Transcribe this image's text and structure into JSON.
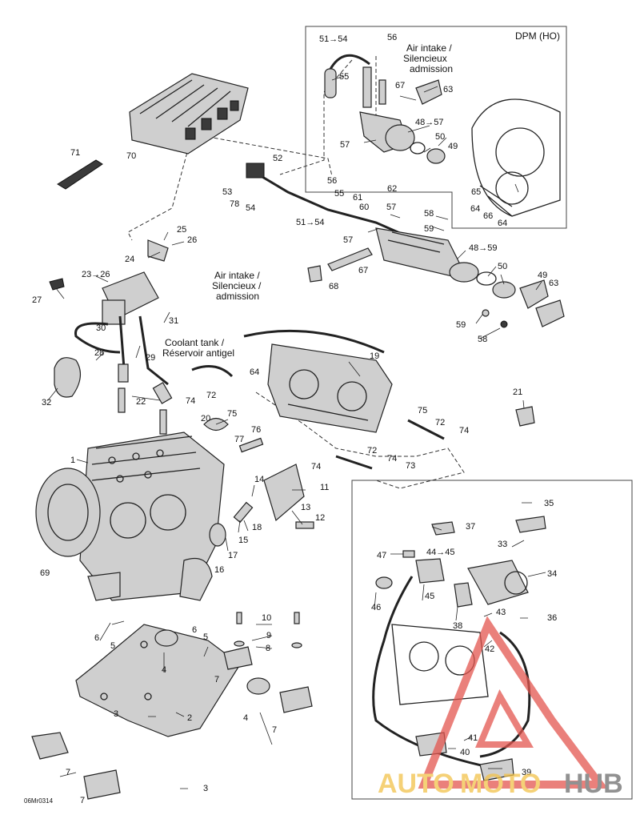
{
  "inset_title": "DPM (HO)",
  "notes": {
    "air_intake_top": [
      "Air intake /",
      "Silencieux",
      "admission"
    ],
    "air_intake_mid": [
      "Air intake /",
      "Silencieux /",
      "admission"
    ],
    "coolant": [
      "Coolant tank /",
      "Réservoir antigel"
    ]
  },
  "doc_code": "06Mr0314",
  "watermark": {
    "part1": "AUTO",
    "part2": "MOTO",
    "part3": "HUB",
    "color_red": "#e3564f",
    "color_yellow": "#f2c24a",
    "color_gray": "#6d6d6d"
  },
  "callouts": {
    "c1": "1",
    "c2": "2",
    "c3a": "3",
    "c3b": "3",
    "c4a": "4",
    "c4b": "4",
    "c5a": "5",
    "c5b": "5",
    "c6a": "6",
    "c6b": "6",
    "c7a": "7",
    "c7b": "7",
    "c7c": "7",
    "c7d": "7",
    "c8": "8",
    "c9": "9",
    "c10": "10",
    "c11": "11",
    "c12": "12",
    "c13": "13",
    "c14": "14",
    "c15": "15",
    "c16": "16",
    "c17": "17",
    "c18": "18",
    "c19": "19",
    "c20": "20",
    "c21": "21",
    "c22": "22",
    "c23": "23→26",
    "c24": "24",
    "c25": "25",
    "c26": "26",
    "c27": "27",
    "c28": "28",
    "c29": "29",
    "c30": "30",
    "c31": "31",
    "c32": "32",
    "c33": "33",
    "c34": "34",
    "c35": "35",
    "c36": "36",
    "c37": "37",
    "c38": "38",
    "c39": "39",
    "c40": "40",
    "c41": "41",
    "c42": "42",
    "c43": "43",
    "c44": "44→45",
    "c45": "45",
    "c46": "46",
    "c47": "47",
    "c48a": "48→57",
    "c48b": "48→59",
    "c49a": "49",
    "c49b": "49",
    "c50a": "50",
    "c50b": "50",
    "c51a": "51→54",
    "c51b": "51→54",
    "c52": "52",
    "c53": "53",
    "c54a": "54",
    "c55a": "55",
    "c55b": "55",
    "c56a": "56",
    "c56b": "56",
    "c57a": "57",
    "c57b": "57",
    "c57c": "57",
    "c58a": "58",
    "c58b": "58",
    "c59a": "59",
    "c59b": "59",
    "c60": "60",
    "c61": "61",
    "c62": "62",
    "c63a": "63",
    "c63b": "63",
    "c64a": "64",
    "c64b": "64",
    "c64c": "64",
    "c65": "65",
    "c66": "66",
    "c67a": "67",
    "c67b": "67",
    "c68": "68",
    "c69": "69",
    "c70": "70",
    "c71": "71",
    "c72a": "72",
    "c72b": "72",
    "c72c": "72",
    "c73": "73",
    "c74a": "74",
    "c74b": "74",
    "c74c": "74",
    "c74d": "74",
    "c75a": "75",
    "c75b": "75",
    "c76": "76",
    "c77": "77",
    "c78": "78"
  }
}
